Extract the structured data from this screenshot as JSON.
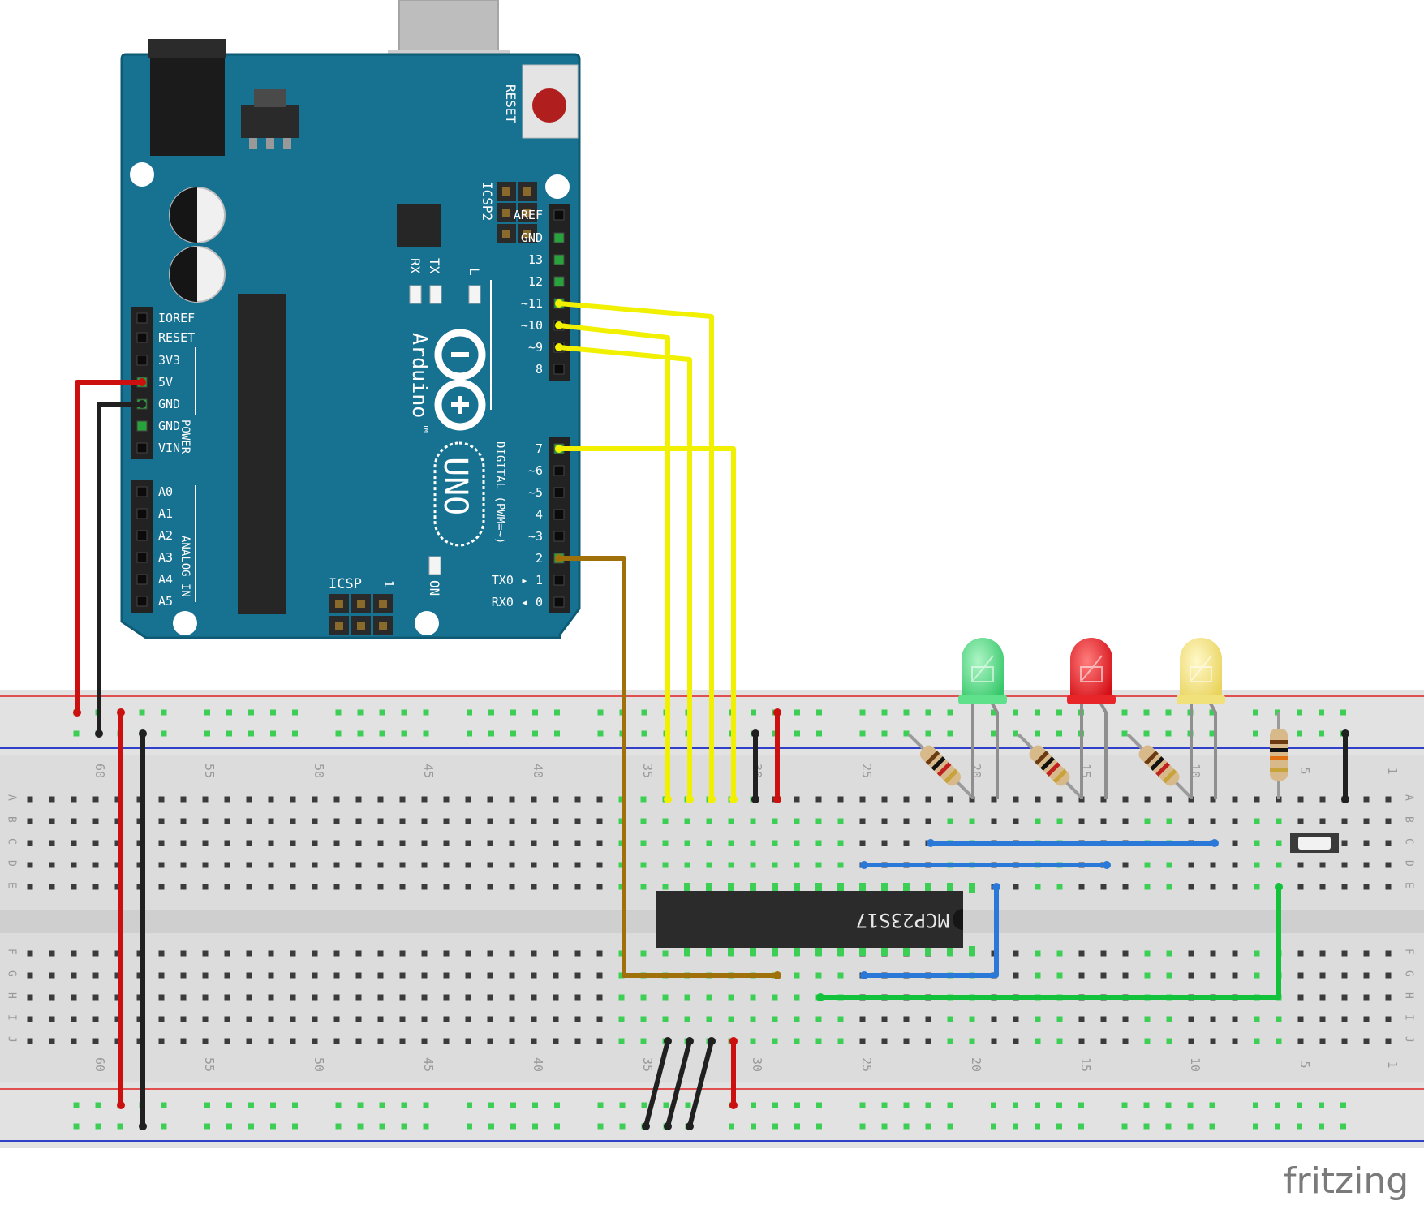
{
  "board": {
    "reset": "RESET",
    "icsp2": "ICSP2",
    "icsp": "ICSP",
    "icsp_pin1": "1",
    "led_rx": "RX",
    "led_tx": "TX",
    "led_l": "L",
    "on": "ON",
    "name": "Arduino",
    "trademark": "TM",
    "model": "UNO",
    "digital_header": "DIGITAL (PWM=~)",
    "power_header": "POWER",
    "analog_header": "ANALOG IN",
    "top_header_pins": [
      "AREF",
      "GND",
      "13",
      "12",
      "~11",
      "~10",
      "~9",
      "8"
    ],
    "bottom_header_pins": [
      "7",
      "~6",
      "~5",
      "4",
      "~3",
      "2",
      "TX0 ▸ 1",
      "RX0 ◂ 0"
    ],
    "power_pins": [
      "IOREF",
      "RESET",
      "3V3",
      "5V",
      "GND",
      "GND",
      "VIN"
    ],
    "analog_pins": [
      "A0",
      "A1",
      "A2",
      "A3",
      "A4",
      "A5"
    ]
  },
  "breadboard": {
    "row_letters": [
      "A",
      "B",
      "C",
      "D",
      "E",
      "F",
      "G",
      "H",
      "I",
      "J"
    ],
    "column_numbers": [
      "60",
      "55",
      "50",
      "45",
      "40",
      "35",
      "30",
      "25",
      "20",
      "15",
      "10",
      "5",
      "1"
    ]
  },
  "chip": {
    "label": "MCP23S17"
  },
  "leds": [
    {
      "color_name": "green",
      "fill": "#5fe08a"
    },
    {
      "color_name": "red",
      "fill": "#e8262a"
    },
    {
      "color_name": "yellow",
      "fill": "#f1e17a"
    }
  ],
  "wire_colors": {
    "yellow": "#f0f000",
    "red": "#cc1010",
    "black": "#202020",
    "brown": "#a0700a",
    "blue": "#2a78d8",
    "green": "#12c23a"
  },
  "watermark": "fritzing"
}
